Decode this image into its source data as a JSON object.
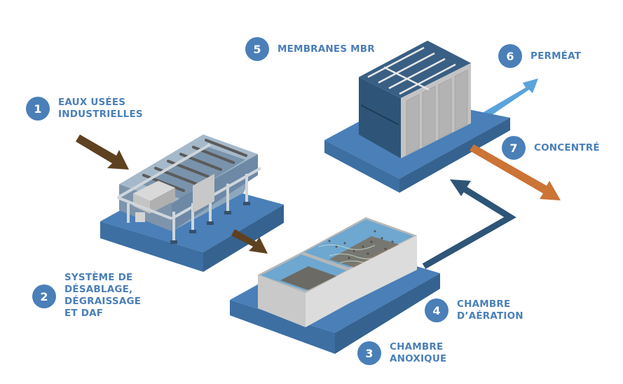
{
  "title": "MBR industrial wastewater treatment process",
  "colors": {
    "badge": "#4a7fb8",
    "label_text": "#4a7fb8",
    "platform_top": "#4a7fb8",
    "platform_side_dark": "#35628f",
    "platform_side_light": "#3d6fa3",
    "arrow_wastewater": "#5e4120",
    "arrow_permeate": "#5aa3dc",
    "arrow_concentrate": "#cc7336",
    "arrow_recirculation": "#2e5577"
  },
  "steps": [
    {
      "number": "1",
      "lines": [
        "EAUX USÉES",
        "INDUSTRIELLES"
      ]
    },
    {
      "number": "2",
      "lines": [
        "SYSTÈME DE",
        "DÉSABLAGE,",
        "DÉGRAISSAGE",
        "ET DAF"
      ]
    },
    {
      "number": "3",
      "lines": [
        "CHAMBRE",
        "ANOXIQUE"
      ]
    },
    {
      "number": "4",
      "lines": [
        "CHAMBRE",
        "D’AÉRATION"
      ]
    },
    {
      "number": "5",
      "lines": [
        "MEMBRANES MBR"
      ]
    },
    {
      "number": "6",
      "lines": [
        "PERMÉAT"
      ]
    },
    {
      "number": "7",
      "lines": [
        "CONCENTRÉ"
      ]
    }
  ]
}
